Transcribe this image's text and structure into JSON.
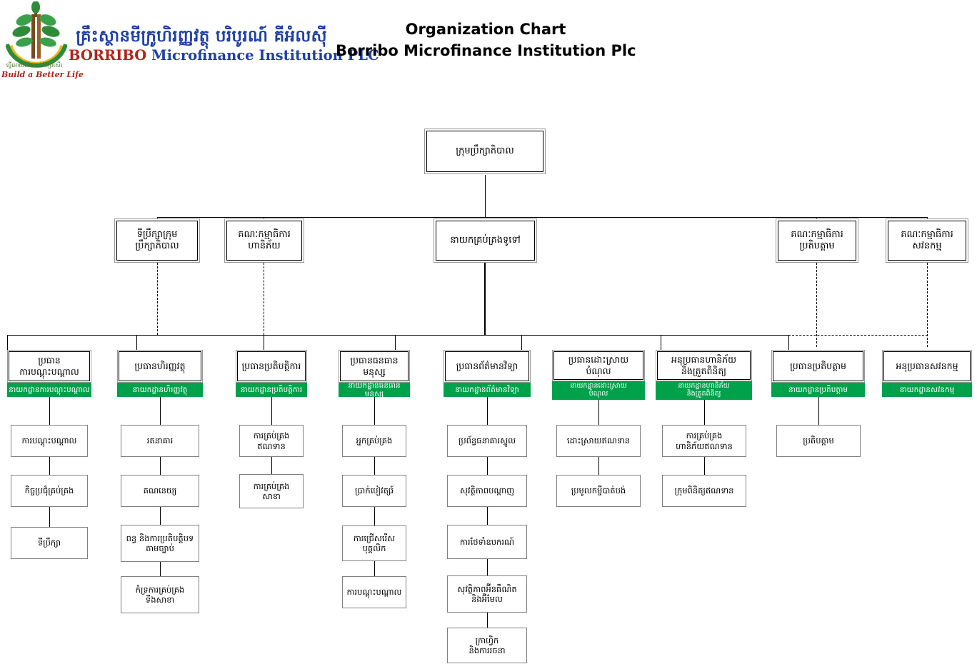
{
  "header": {
    "logo": {
      "icon": "tree-logo",
      "khmer_name": "គ្រឹះស្ថានមីក្រូហិរញ្ញវត្ថុ បរិបូរណ៍ គីអំលស៊ី",
      "latin_brand": "BORRIBO",
      "latin_rest": "Microfinance Institution PLC",
      "tagline_khmer": "ធ្វើអោយជីវិតកាន់តែប្រសើរ",
      "tagline_english": "Build a Better Life"
    },
    "title_line1": "Organization Chart",
    "title_line2": "Borribo Microfinance Institution Plc"
  },
  "colors": {
    "green_bar": "#00a14b",
    "logo_blue": "#1f3fa8",
    "logo_red": "#b32317",
    "line": "#000000"
  },
  "chart_data": {
    "type": "diagram",
    "title": "Organization Chart — Borribo Microfinance Institution Plc",
    "root": "ក្រុមប្រឹក្សាភិបាល",
    "tier2": [
      "ទីប្រឹក្សាក្រុមប្រឹក្សាភិបាល",
      "គណៈកម្មាធិការហានិភ័យ",
      "នាយកគ្រប់គ្រងទូទៅ",
      "គណៈកម្មាធិការប្រតិបត្តាម",
      "គណៈកម្មាធិការសវនកម្ម"
    ],
    "departments": [
      "នាយកដ្ឋានការបណ្ដុះបណ្ដាល",
      "នាយកដ្ឋានហិរញ្ញវត្ថុ",
      "នាយកដ្ឋានប្រតិបត្តិការ",
      "នាយកដ្ឋានធនធានមនុស្ស",
      "នាយកដ្ឋានព័ត៌មានវិទ្យា",
      "នាយកដ្ឋានដោះស្រាយបំណុល",
      "នាយកដ្ឋានហានិភ័យនិងត្រួតពិនិត្យ",
      "នាយកដ្ឋានប្រតិបត្តាម",
      "នាយកដ្ឋានសវនកម្ម"
    ]
  },
  "nodes": {
    "root": {
      "label": "ក្រុមប្រឹក្សាភិបាល"
    },
    "advisor_board": {
      "label": "ទីប្រឹក្សាក្រុម\nប្រឹក្សាភិបាល"
    },
    "committee_risk": {
      "label": "គណៈកម្មាធិការ\nហានិភ័យ"
    },
    "general_manager": {
      "label": "នាយកគ្រប់គ្រងទូទៅ"
    },
    "committee_compliance": {
      "label": "គណៈកម្មាធិការ\nប្រតិបត្តាម"
    },
    "committee_audit": {
      "label": "គណៈកម្មាធិការ\nសវនកម្ម"
    }
  },
  "columns": [
    {
      "key": "training",
      "head": "ប្រធាន\nការបណ្ដុះបណ្ដាល",
      "bar": "នាយកដ្ឋានការបណ្ដុះបណ្ដាល",
      "bar_two_line": false,
      "items": [
        "ការបណ្ដុះបណ្ដាល",
        "កិច្ចប្រជុំគ្រប់គ្រង",
        "ទីប្រឹក្សា"
      ]
    },
    {
      "key": "finance",
      "head": "ប្រធានហិរញ្ញវត្ថុ",
      "bar": "នាយកដ្ឋានហិរញ្ញវត្ថុ",
      "bar_two_line": false,
      "items": [
        "រតនាគារ",
        "គណនេយ្យ",
        "ពន្ធ និងការប្រតិបត្តិបទ\nតាមច្បាប់",
        "កំទ្រការគ្រប់គ្រង\nទីងសាខា"
      ]
    },
    {
      "key": "operations",
      "head": "ប្រធានប្រតិបត្តិការ",
      "bar": "នាយកដ្ឋានប្រតិបត្តិការ",
      "bar_two_line": false,
      "items": [
        "ការគ្រប់គ្រង\nឥណទាន",
        "ការគ្រប់គ្រង\nសាខា"
      ]
    },
    {
      "key": "hr",
      "head": "ប្រធានធនធានមនុស្ស",
      "bar": "នាយកដ្ឋានធនធានមនុស្ស",
      "bar_two_line": false,
      "items": [
        "អ្នកគ្រប់គ្រង",
        "ប្រាក់បៀវត្សរ៍",
        "ការជ្រើសរើស\nបុគ្គលិក",
        "ការបណ្ដុះបណ្ដាល"
      ]
    },
    {
      "key": "it",
      "head": "ប្រធានព័ត៌មានវិទ្យា",
      "bar": "នាយកដ្ឋានព័ត៌មានវិទ្យា",
      "bar_two_line": false,
      "items": [
        "ប្រព័ន្ធធនាគារស្នូល",
        "សុវត្ថិភាពបណ្ដាញ",
        "ការថែទាំឧបករណ៍",
        "សុវត្ថិភាពអ៊ីនធឺណិត\nនិងអ៊ីមែល",
        "ក្រាហ្វិក\nនិងការរចនា"
      ]
    },
    {
      "key": "recovery",
      "head": "ប្រធានដោះស្រាយ\nបំណុល",
      "bar": "នាយកដ្ឋានដោះស្រាយ\nបំណុល",
      "bar_two_line": true,
      "items": [
        "ដោះស្រាយឥណទាន",
        "ប្រមូលកម្ចីបាត់បង់"
      ]
    },
    {
      "key": "risk",
      "head": "អនុប្រធានហានិភ័យ\nនិងត្រួតពិនិត្យ",
      "bar": "នាយកដ្ឋានហានិភ័យ\nនិងត្រួតពិនិត្យ",
      "bar_two_line": true,
      "items": [
        "ការគ្រប់គ្រង\nហានិភ័យឥណទាន",
        "ក្រុមពិនិត្យឥណទាន"
      ]
    },
    {
      "key": "compliance",
      "head": "ប្រធានប្រតិបត្តាម",
      "bar": "នាយកដ្ឋានប្រតិបត្តាម",
      "bar_two_line": false,
      "items": [
        "ប្រតិបត្តាម"
      ]
    },
    {
      "key": "audit",
      "head": "អនុប្រធានសវនកម្ម",
      "bar": "នាយកដ្ឋានសវនកម្ម",
      "bar_two_line": false,
      "items": []
    }
  ]
}
